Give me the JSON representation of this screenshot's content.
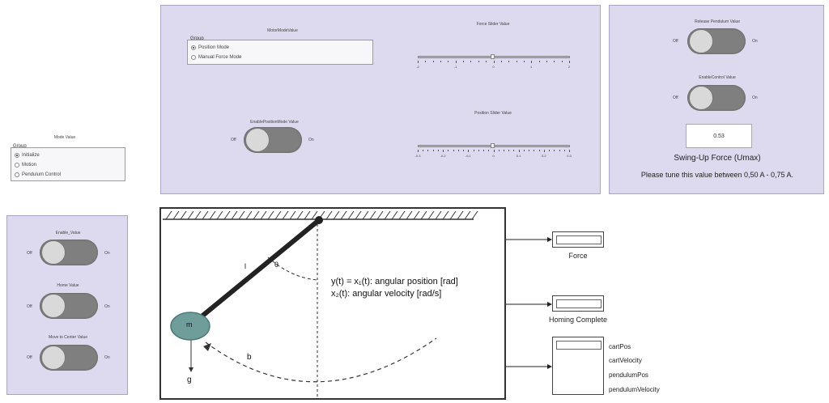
{
  "top_panel": {
    "motor_mode_title": "MotorModeValue",
    "group_label": "Group",
    "motor_options": [
      {
        "label": "Position Mode",
        "selected": true
      },
      {
        "label": "Manual Force Mode",
        "selected": false
      }
    ],
    "force_slider": {
      "title": "Force Slider Value",
      "ticks": [
        "-2",
        "-1",
        "0",
        "1",
        "2"
      ],
      "value": 0
    },
    "enable_position_title": "EnablePositionMode Value",
    "position_slider": {
      "title": "Position Slider Value",
      "ticks": [
        "-0.3",
        "-0.2",
        "-0.1",
        "0",
        "0.1",
        "0.2",
        "0.3"
      ],
      "value": 0
    },
    "off": "Off",
    "on": "On"
  },
  "right_panel": {
    "release_title": "Release Pendulum Value",
    "enable_control_title": "EnableControl Value",
    "umax_value": "0.53",
    "swing_up_label": "Swing-Up Force (Umax)",
    "tune_note": "Please tune this value between 0,50 A - 0,75 A."
  },
  "mode_group": {
    "title": "Mode Value",
    "group_label": "Group",
    "options": [
      {
        "label": "Initialize",
        "selected": true
      },
      {
        "label": "Motion",
        "selected": false
      },
      {
        "label": "Pendulum Control",
        "selected": false
      }
    ]
  },
  "left_panel": {
    "enable_title": "Enable_Value",
    "home_title": "Home Value",
    "move_center_title": "Move to Center Value"
  },
  "pendulum": {
    "y_eq": "y(t) = x₁(t): angular position [rad]",
    "x2_eq": "x₂(t): angular velocity [rad/s]",
    "mass": "m",
    "length": "l",
    "angle": "θ",
    "damping": "b",
    "gravity": "g"
  },
  "blocks": {
    "force": "Force",
    "homing": "Homing Complete",
    "signals": [
      "cartPos",
      "cartVelocity",
      "pendulumPos",
      "pendulumVelocity"
    ]
  },
  "colors": {
    "panel": "#ddd9ee",
    "toggle": "#7f7f7f",
    "bob": "#6f9e9a"
  }
}
